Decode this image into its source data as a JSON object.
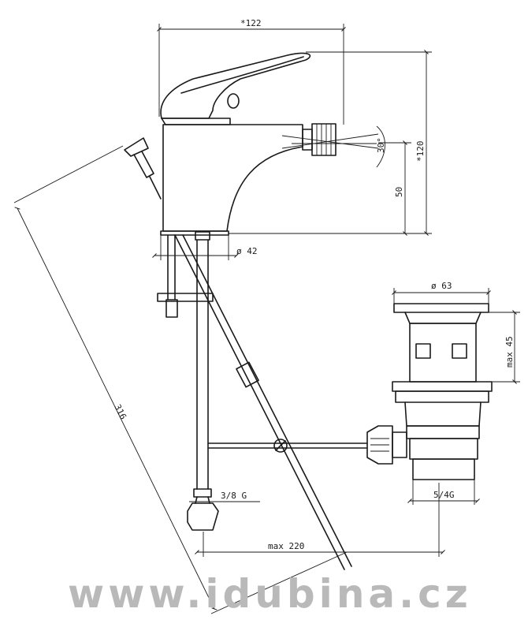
{
  "dimensions": {
    "width_top": "*122",
    "height_total": "*120",
    "height_spout": "50",
    "angle": "30°",
    "base_diameter": "ø 42",
    "diagonal": "316",
    "thread_hose": "3/8 G",
    "max_reach": "max 220",
    "drain_diameter": "ø 63",
    "drain_max_height": "max 45",
    "drain_thread": "5/4G"
  },
  "watermark": "www.idubina.cz"
}
